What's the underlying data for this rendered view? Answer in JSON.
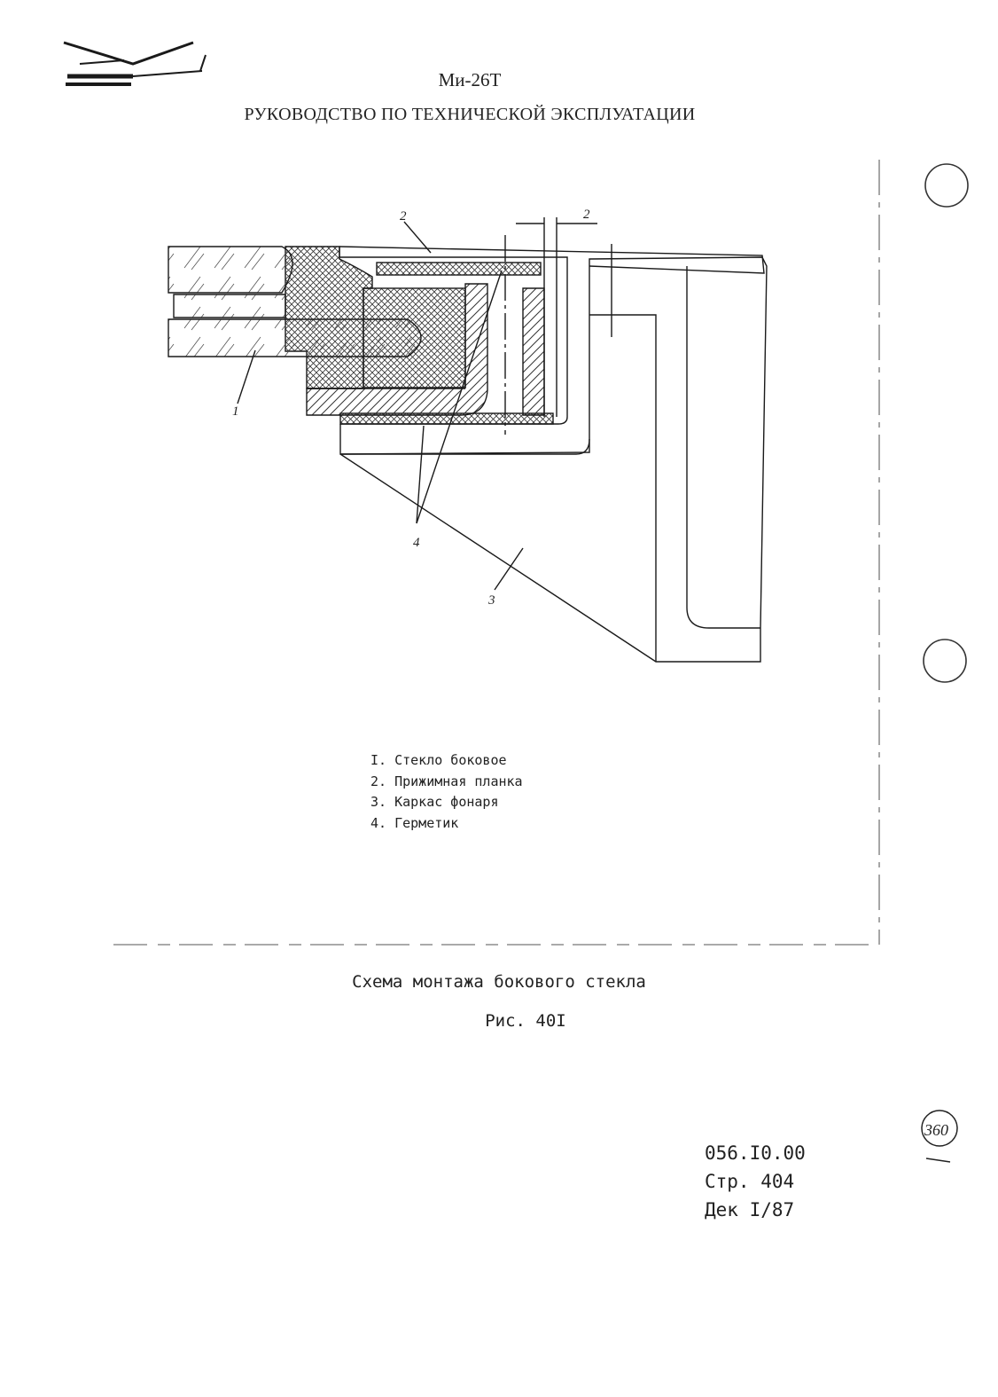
{
  "header": {
    "title": "Ми-26Т",
    "subtitle": "РУКОВОДСТВО ПО ТЕХНИЧЕСКОЙ ЭКСПЛУАТАЦИИ"
  },
  "drawing": {
    "callouts": [
      "2",
      "2",
      "1",
      "4",
      "3"
    ],
    "legend": [
      "I. Стекло боковое",
      "2. Прижимная планка",
      "3. Каркас фонаря",
      "4. Герметик"
    ]
  },
  "figure": {
    "caption": "Схема монтажа бокового стекла",
    "number": "Рис. 40I"
  },
  "footer": {
    "code": "056.I0.00",
    "page": "Стр. 404",
    "revision": "Дек  I/87",
    "stamp": "360"
  }
}
